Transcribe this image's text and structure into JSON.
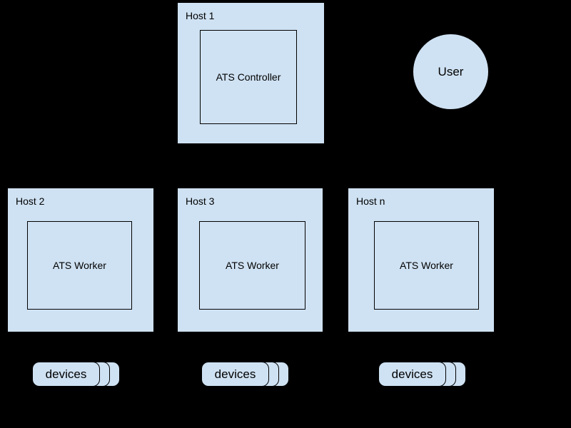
{
  "colors": {
    "background": "#000000",
    "shape_fill": "#cfe2f3",
    "shape_border": "#000000",
    "text": "#000000"
  },
  "controller_host": {
    "label": "Host 1",
    "component": "ATS Controller"
  },
  "user": {
    "label": "User"
  },
  "worker_hosts": [
    {
      "label": "Host 2",
      "component": "ATS Worker"
    },
    {
      "label": "Host 3",
      "component": "ATS Worker"
    },
    {
      "label": "Host n",
      "component": "ATS Worker"
    }
  ],
  "device_stacks": [
    {
      "label": "devices"
    },
    {
      "label": "devices"
    },
    {
      "label": "devices"
    }
  ]
}
